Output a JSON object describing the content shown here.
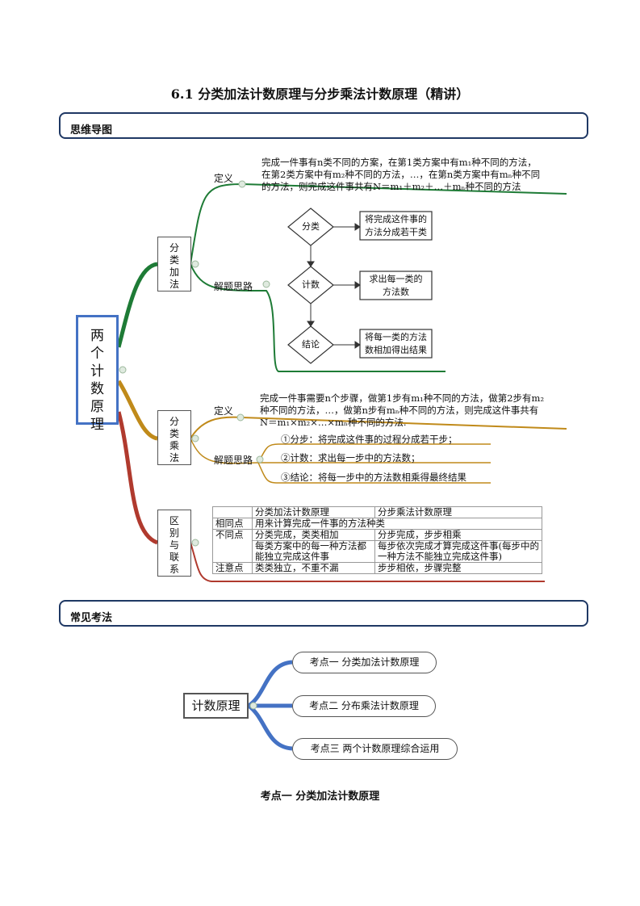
{
  "title": "6.1   分类加法计数原理与分步乘法计数原理（精讲）",
  "sections": {
    "mindmap": "思维导图",
    "exams": "常见考法"
  },
  "central": [
    "两",
    "个",
    "计",
    "数",
    "原",
    "理"
  ],
  "add": {
    "box": [
      "分",
      "类",
      "加",
      "法"
    ],
    "def_label": "定义",
    "def_lines": [
      "完成一件事有n类不同的方案，在第1类方案中有m₁种不同的方法，",
      "在第2类方案中有m₂种不同的方法，…，在第n类方案中有mₙ种不同",
      "的方法，则完成这件事共有N＝m₁＋m₂＋…＋mₙ种不同的方法"
    ],
    "idea_label": "解题思路",
    "flow": [
      {
        "node": "分类",
        "desc": [
          "将完成这件事的",
          "方法分成若干类"
        ]
      },
      {
        "node": "计数",
        "desc": [
          "求出每一类的",
          "方法数"
        ]
      },
      {
        "node": "结论",
        "desc": [
          "将每一类的方法",
          "数相加得出结果"
        ]
      }
    ]
  },
  "mul": {
    "box": [
      "分",
      "类",
      "乘",
      "法"
    ],
    "def_label": "定义",
    "def_lines": [
      "完成一件事需要n个步骤，做第1步有m₁种不同的方法，做第2步有m₂",
      "种不同的方法，…，做第n步有mₙ种不同的方法，则完成这件事共有",
      "N＝m₁×m₂×…×mₙ种不同的方法."
    ],
    "idea_label": "解题思路",
    "steps": [
      "①分步：将完成这件事的过程分成若干步；",
      "②计数：求出每一步中的方法数；",
      "③结论：将每一步中的方法数相乘得最终结果"
    ]
  },
  "rel": {
    "box": [
      "区",
      "别",
      "与",
      "联",
      "系"
    ],
    "header": [
      "",
      "分类加法计数原理",
      "分步乘法计数原理"
    ],
    "row_same": [
      "相同点",
      "用来计算完成一件事的方法种类"
    ],
    "row_diff_label": "不同点",
    "row_diff1": [
      "分类完成，类类相加",
      "分步完成，步步相乘"
    ],
    "row_diff2": [
      "每类方案中的每一种方法都能独立完成这件事",
      "每步依次完成才算完成这件事(每步中的一种方法不能独立完成这件事)"
    ],
    "row_note": [
      "注意点",
      "类类独立，不重不漏",
      "步步相依，步骤完整"
    ]
  },
  "exams": {
    "root": "计数原理",
    "items": [
      "考点一  分类加法计数原理",
      "考点二  分布乘法计数原理",
      "考点三  两个计数原理综合运用"
    ]
  },
  "footer_heading": "考点一    分类加法计数原理"
}
